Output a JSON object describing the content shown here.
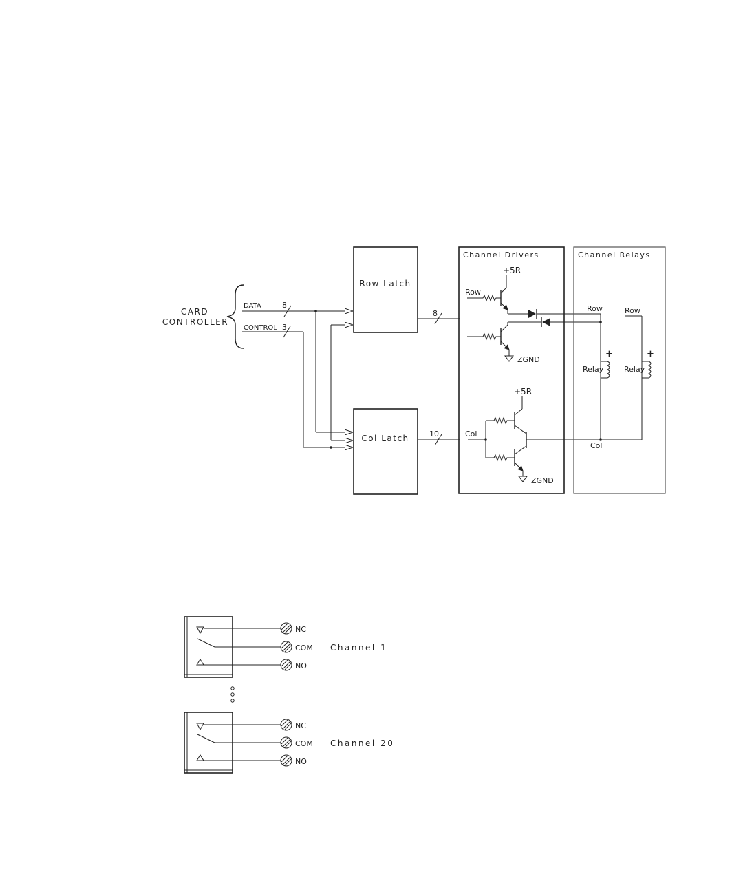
{
  "upper_diagram": {
    "card_controller": {
      "line1": "CARD",
      "line2": "CONTROLLER"
    },
    "bus": {
      "data_label": "DATA",
      "data_width": "8",
      "control_label": "CONTROL",
      "control_width": "3",
      "row_out_width": "8",
      "col_out_width": "10"
    },
    "row_latch": "Row Latch",
    "col_latch": "Col Latch",
    "channel_drivers": {
      "title": "Channel Drivers",
      "supply_top": "+5R",
      "supply_bottom": "+5R",
      "row_input": "Row",
      "col_input": "Col",
      "ground_top": "ZGND",
      "ground_bottom": "ZGND"
    },
    "channel_relays": {
      "title": "Channel Relays",
      "row_left": "Row",
      "row_right": "Row",
      "relay_left": "Relay",
      "relay_right": "Relay",
      "plus": "+",
      "minus": "–",
      "col": "Col"
    }
  },
  "lower_diagram": {
    "channels": [
      {
        "name": "Channel 1",
        "terminals": [
          "NC",
          "COM",
          "NO"
        ]
      },
      {
        "name": "Channel 20",
        "terminals": [
          "NC",
          "COM",
          "NO"
        ]
      }
    ]
  }
}
